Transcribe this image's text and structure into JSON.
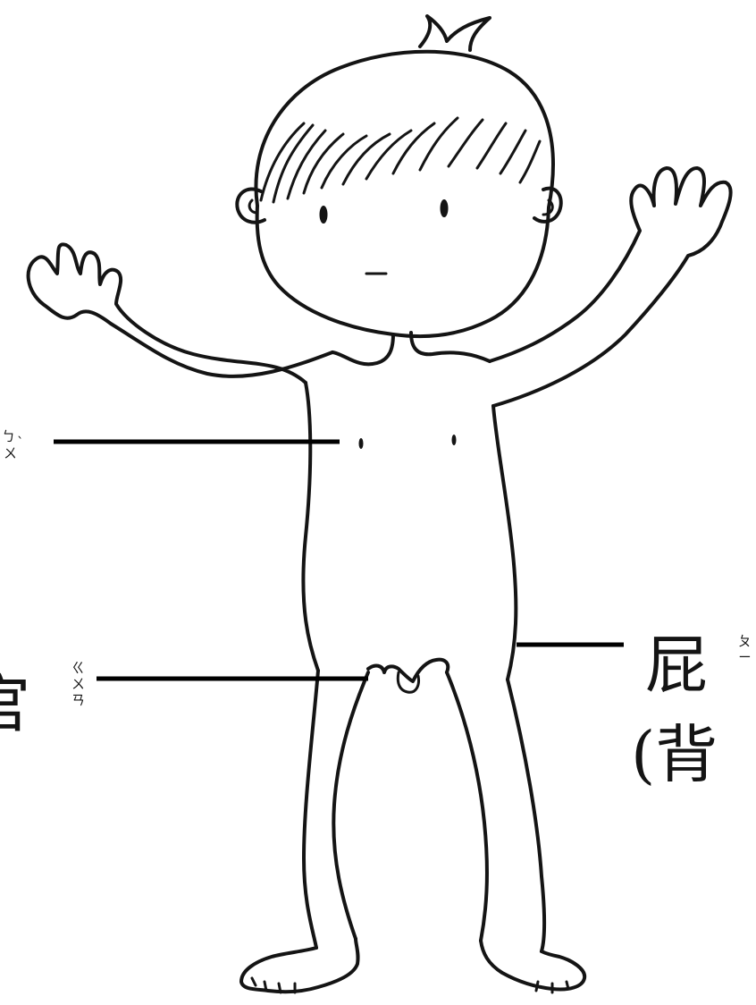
{
  "labels": {
    "chest_zhuyin": [
      "ㄅ",
      "ㄨ",
      "ˋ"
    ],
    "genital": {
      "char": "官",
      "zhuyin": [
        "ㄍ",
        "ㄨ",
        "ㄢ"
      ]
    },
    "buttocks": {
      "char": "屁",
      "zhuyin": [
        "ㄆ",
        "ㄧ"
      ],
      "note": "(背"
    }
  }
}
